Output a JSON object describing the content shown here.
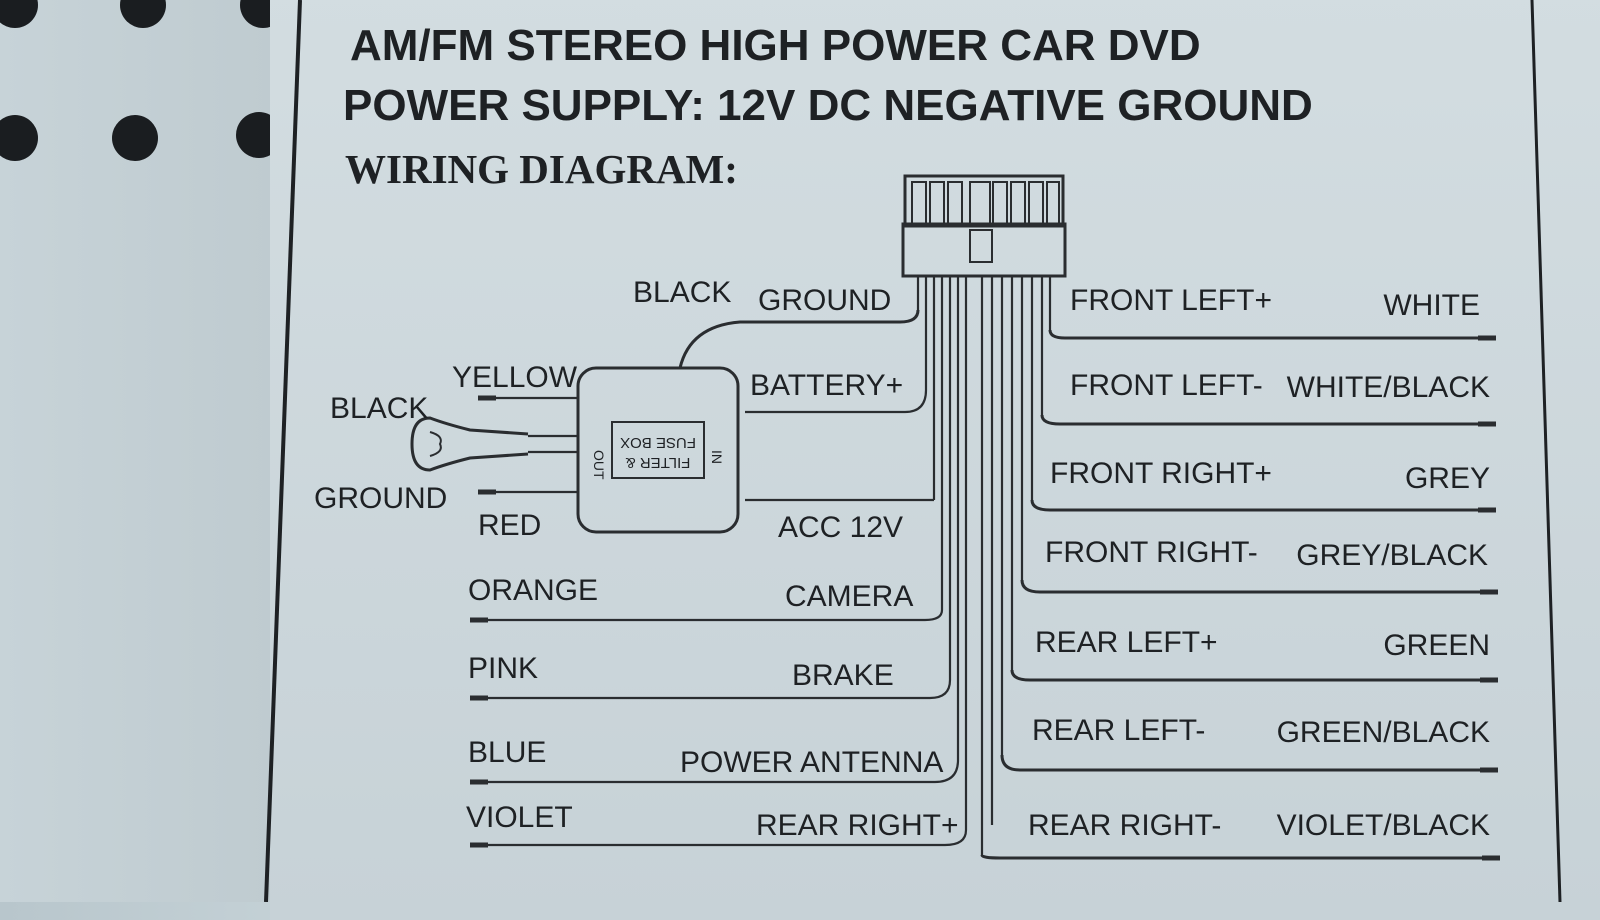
{
  "header": {
    "line1": "AM/FM STEREO HIGH POWER CAR DVD",
    "line2": "POWER SUPPLY: 12V DC NEGATIVE GROUND",
    "line3": "WIRING DIAGRAM:"
  },
  "fuse_box": {
    "line1": "FILTER &",
    "line2": "FUSE BOX",
    "in": "IN",
    "out": "OUT"
  },
  "ground_lug": {
    "top": "BLACK",
    "bottom": "GROUND"
  },
  "left_wires": [
    {
      "color": "BLACK",
      "function": "GROUND"
    },
    {
      "color": "YELLOW",
      "function": "BATTERY+"
    },
    {
      "color": "RED",
      "function": "ACC 12V"
    },
    {
      "color": "ORANGE",
      "function": "CAMERA"
    },
    {
      "color": "PINK",
      "function": "BRAKE"
    },
    {
      "color": "BLUE",
      "function": "POWER ANTENNA"
    },
    {
      "color": "VIOLET",
      "function": "REAR RIGHT+"
    }
  ],
  "right_wires": [
    {
      "function": "FRONT LEFT+",
      "color": "WHITE"
    },
    {
      "function": "FRONT LEFT-",
      "color": "WHITE/BLACK"
    },
    {
      "function": "FRONT RIGHT+",
      "color": "GREY"
    },
    {
      "function": "FRONT RIGHT-",
      "color": "GREY/BLACK"
    },
    {
      "function": "REAR LEFT+",
      "color": "GREEN"
    },
    {
      "function": "REAR LEFT-",
      "color": "GREEN/BLACK"
    },
    {
      "function": "REAR RIGHT-",
      "color": "VIOLET/BLACK"
    }
  ]
}
